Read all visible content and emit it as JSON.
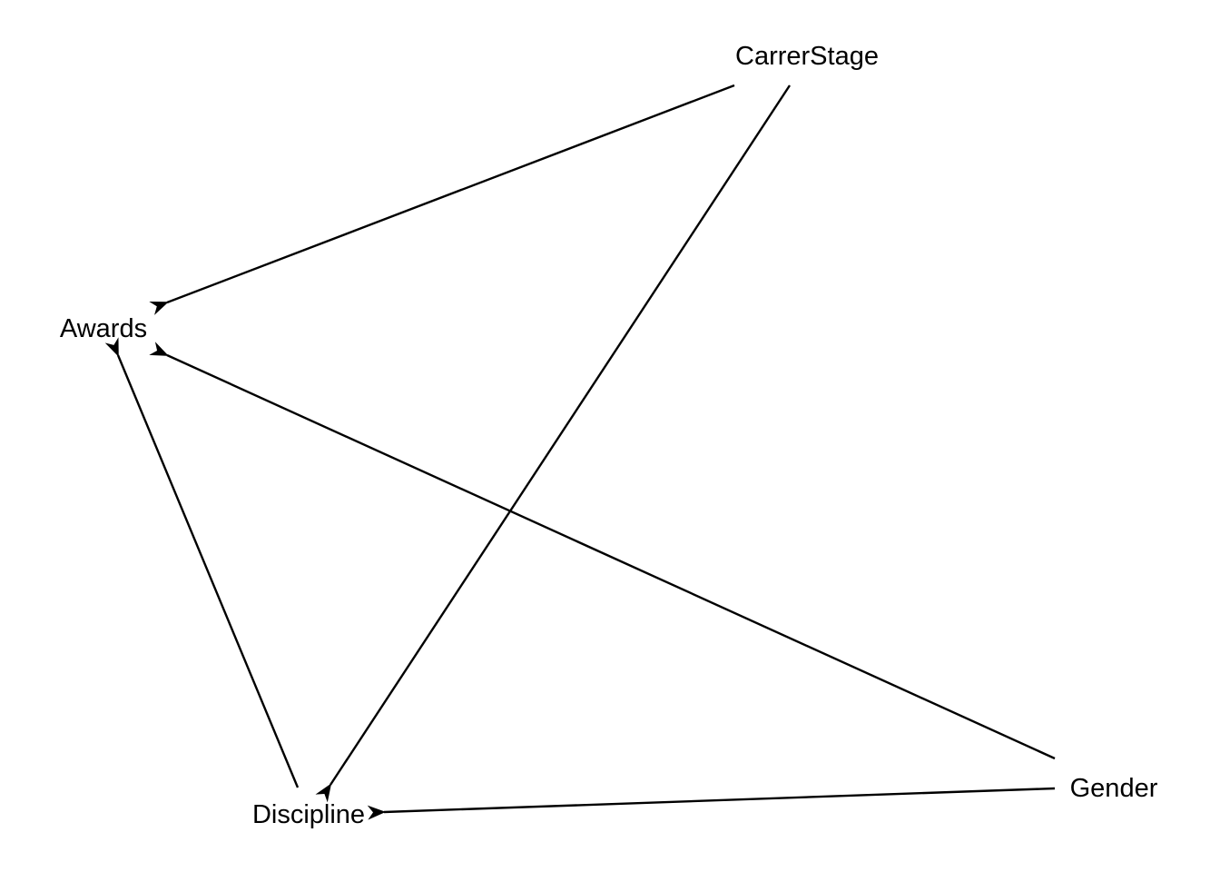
{
  "diagram": {
    "type": "directed-acyclic-graph",
    "edge_color": "#000000",
    "background": "#ffffff",
    "nodes": [
      {
        "id": "carrerstage",
        "label": "CarrerStage"
      },
      {
        "id": "awards",
        "label": "Awards"
      },
      {
        "id": "discipline",
        "label": "Discipline"
      },
      {
        "id": "gender",
        "label": "Gender"
      }
    ],
    "edges": [
      {
        "from": "carrerstage",
        "to": "awards"
      },
      {
        "from": "carrerstage",
        "to": "discipline"
      },
      {
        "from": "discipline",
        "to": "awards"
      },
      {
        "from": "gender",
        "to": "awards"
      },
      {
        "from": "gender",
        "to": "discipline"
      }
    ]
  }
}
